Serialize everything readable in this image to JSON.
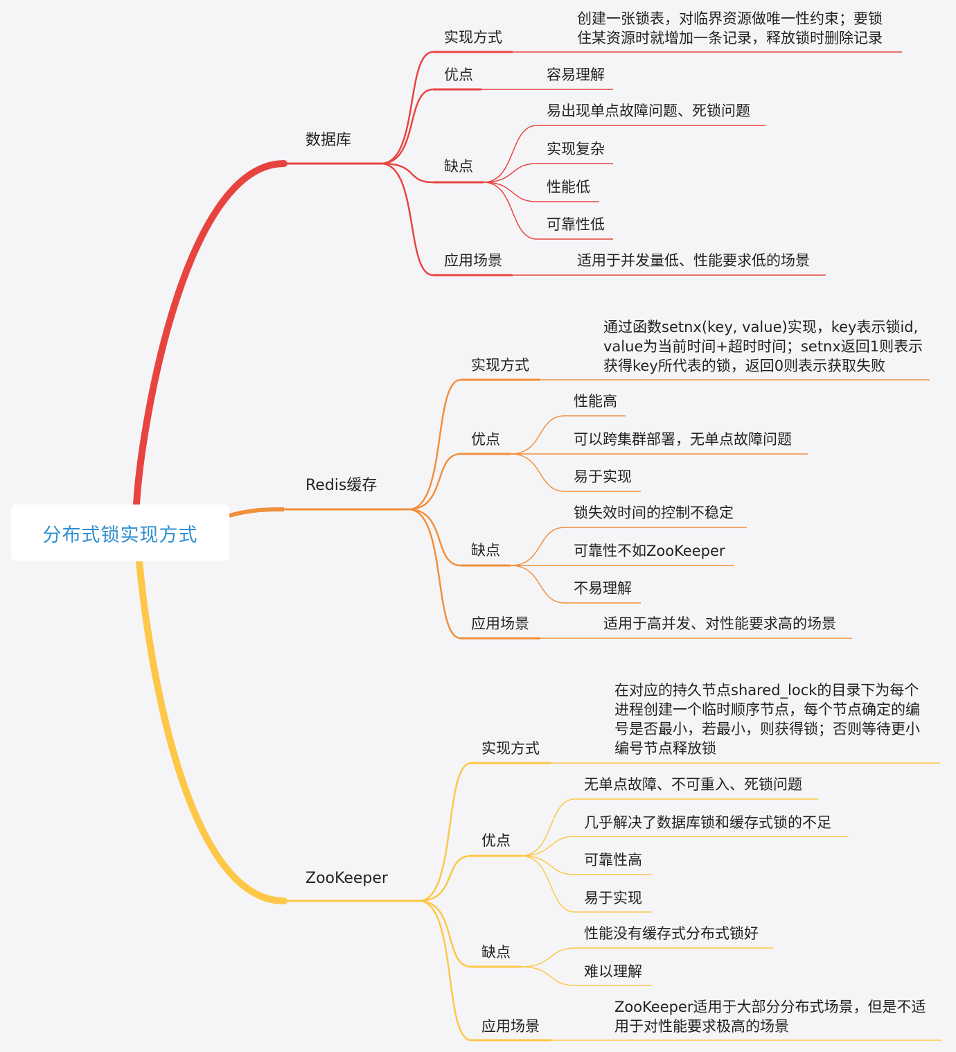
{
  "root": {
    "label": "分布式锁实现方式"
  },
  "colors": {
    "database": "#e8443f",
    "redis": "#f28f3b",
    "zookeeper": "#fdc747",
    "root_text": "#2f8fd0"
  },
  "branches": [
    {
      "label": "数据库",
      "children": [
        {
          "label": "实现方式",
          "items": [
            "创建一张锁表，对临界资源做唯一性约束；要锁\n住某资源时就增加一条记录，释放锁时删除记录"
          ]
        },
        {
          "label": "优点",
          "items": [
            "容易理解"
          ]
        },
        {
          "label": "缺点",
          "items": [
            "易出现单点故障问题、死锁问题",
            "实现复杂",
            "性能低",
            "可靠性低"
          ]
        },
        {
          "label": "应用场景",
          "items": [
            "适用于并发量低、性能要求低的场景"
          ]
        }
      ]
    },
    {
      "label": "Redis缓存",
      "children": [
        {
          "label": "实现方式",
          "items": [
            "通过函数setnx(key, value)实现，key表示锁id,\nvalue为当前时间+超时时间；setnx返回1则表示\n获得key所代表的锁，返回0则表示获取失败"
          ]
        },
        {
          "label": "优点",
          "items": [
            "性能高",
            "可以跨集群部署，无单点故障问题",
            "易于实现"
          ]
        },
        {
          "label": "缺点",
          "items": [
            "锁失效时间的控制不稳定",
            "可靠性不如ZooKeeper",
            "不易理解"
          ]
        },
        {
          "label": "应用场景",
          "items": [
            "适用于高并发、对性能要求高的场景"
          ]
        }
      ]
    },
    {
      "label": "ZooKeeper",
      "children": [
        {
          "label": "实现方式",
          "items": [
            "在对应的持久节点shared_lock的目录下为每个\n进程创建一个临时顺序节点，每个节点确定的编\n号是否最小，若最小，则获得锁；否则等待更小\n编号节点释放锁"
          ]
        },
        {
          "label": "优点",
          "items": [
            "无单点故障、不可重入、死锁问题",
            "几乎解决了数据库锁和缓存式锁的不足",
            "可靠性高",
            "易于实现"
          ]
        },
        {
          "label": "缺点",
          "items": [
            "性能没有缓存式分布式锁好",
            "难以理解"
          ]
        },
        {
          "label": "应用场景",
          "items": [
            "ZooKeeper适用于大部分分布式场景，但是不适\n用于对性能要求极高的场景"
          ]
        }
      ]
    }
  ]
}
